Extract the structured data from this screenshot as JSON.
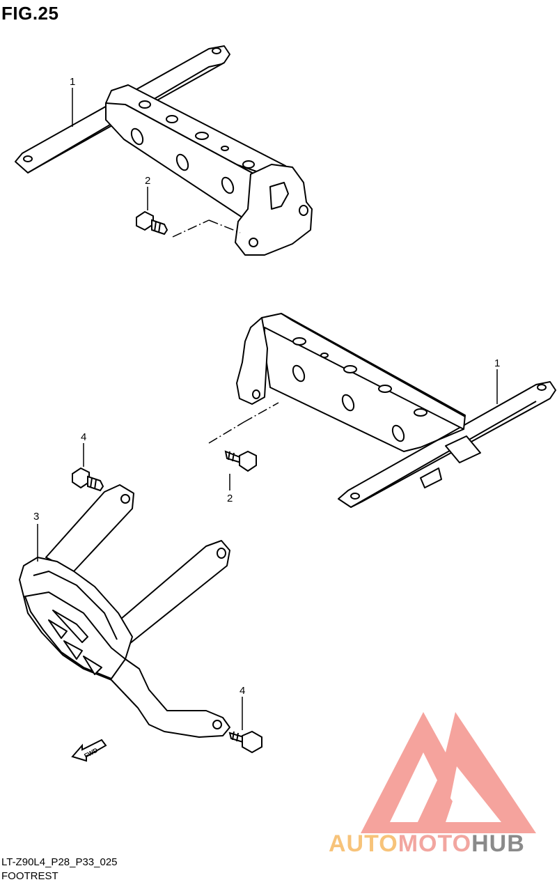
{
  "figure": {
    "title": "FIG.25"
  },
  "callouts": {
    "part1_top": "1",
    "part2_top": "2",
    "part1_mid": "1",
    "part2_mid": "2",
    "part4_upper": "4",
    "part3": "3",
    "part4_lower": "4"
  },
  "fwd_arrow": {
    "label": "FWD"
  },
  "footer": {
    "code": "LT-Z90L4_P28_P33_025",
    "name": "FOOTREST"
  },
  "watermark": {
    "part1": "AUTO",
    "part2": "MOTO",
    "part3": "HUB",
    "colors": {
      "auto": "#f7c37a",
      "moto": "#f2a6a0",
      "hub": "#8a8a8a",
      "triangle": "#f4948c"
    }
  }
}
